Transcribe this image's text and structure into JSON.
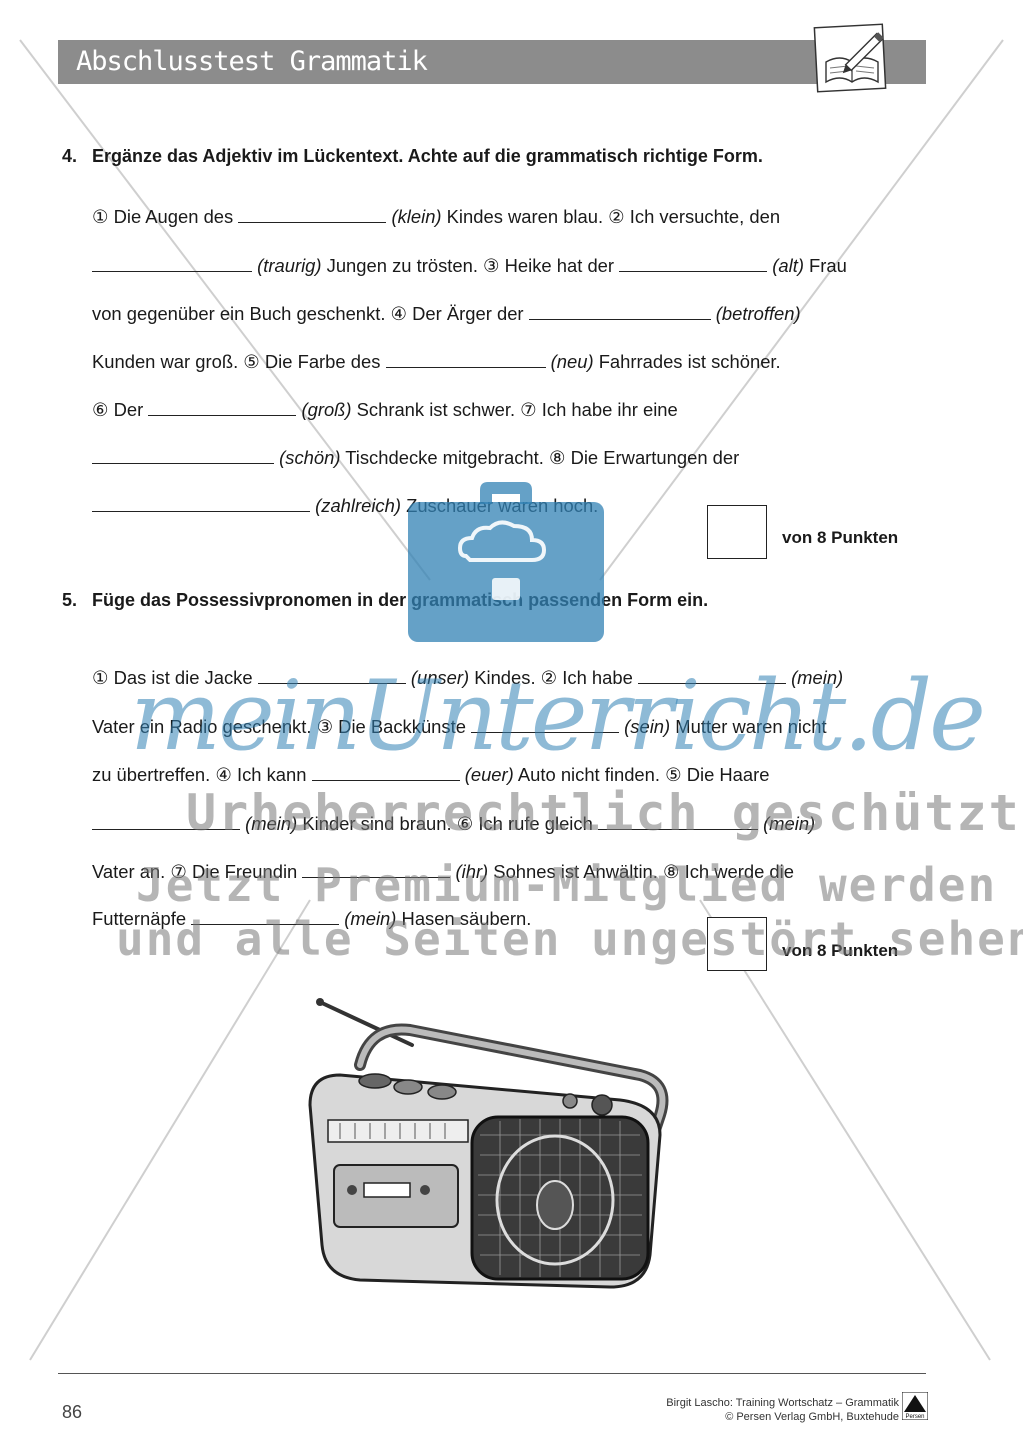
{
  "header": {
    "title": "Abschlusstest Grammatik",
    "icon": "book-pencil-icon"
  },
  "task4": {
    "number": "4.",
    "instruction": "Ergänze das Adjektiv im Lückentext. Achte auf die grammatisch richtige Form.",
    "lines": [
      [
        "① Die Augen des ",
        "",
        " ",
        "(klein)",
        " Kindes waren blau. ② Ich versuchte, den"
      ],
      [
        "",
        "",
        " ",
        "(traurig)",
        " Jungen zu trösten. ③ Heike hat der ",
        "",
        " ",
        "(alt)",
        " Frau"
      ],
      [
        "von gegenüber ein Buch geschenkt. ④ Der Ärger der ",
        "",
        " ",
        "(betroffen)"
      ],
      [
        "Kunden war groß. ⑤ Die Farbe des ",
        "",
        " ",
        "(neu)",
        " Fahrrades ist schöner."
      ],
      [
        "⑥ Der ",
        "",
        " ",
        "(groß)",
        " Schrank ist schwer. ⑦ Ich habe ihr eine"
      ],
      [
        "",
        "",
        " ",
        "(schön)",
        " Tischdecke mitgebracht. ⑧ Die Erwartungen der"
      ],
      [
        "",
        "",
        " ",
        "(zahlreich)",
        " Zuschauer waren hoch."
      ]
    ],
    "score_label": "von 8 Punkten"
  },
  "task5": {
    "number": "5.",
    "instruction": "Füge das Possessivpronomen in der grammatisch passenden Form ein.",
    "lines": [
      [
        "① Das ist die Jacke ",
        "",
        " ",
        "(unser)",
        " Kindes. ② Ich habe ",
        "",
        " ",
        "(mein)"
      ],
      [
        "Vater ein Radio geschenkt. ③ Die Backkünste ",
        "",
        " ",
        "(sein)",
        " Mutter waren nicht"
      ],
      [
        "zu übertreffen. ④ Ich kann ",
        "",
        " ",
        "(euer)",
        " Auto nicht finden. ⑤ Die Haare"
      ],
      [
        "",
        "",
        " ",
        "(mein)",
        " Kinder sind braun. ⑥ Ich rufe gleich ",
        "",
        " ",
        "(mein)"
      ],
      [
        "Vater an. ⑦ Die Freundin ",
        "",
        " ",
        "(ihr)",
        " Sohnes ist Anwältin. ⑧ Ich werde die"
      ],
      [
        "Futternäpfe ",
        "",
        " ",
        "(mein)",
        " Hasen säubern."
      ]
    ],
    "score_label": "von 8 Punkten"
  },
  "watermark": {
    "brand": "meinUnterricht.de",
    "line1": "Urheberrechtlich geschützt",
    "line2": "Jetzt Premium-Mitglied werden",
    "line3": "und alle Seiten ungestört sehen!"
  },
  "illustration": "radio-cassette-player",
  "footer": {
    "page_number": "86",
    "credit_line1": "Birgit Lascho: Training Wortschatz – Grammatik",
    "credit_line2": "© Persen Verlag GmbH, Buxtehude",
    "logo_text": "Persen"
  }
}
